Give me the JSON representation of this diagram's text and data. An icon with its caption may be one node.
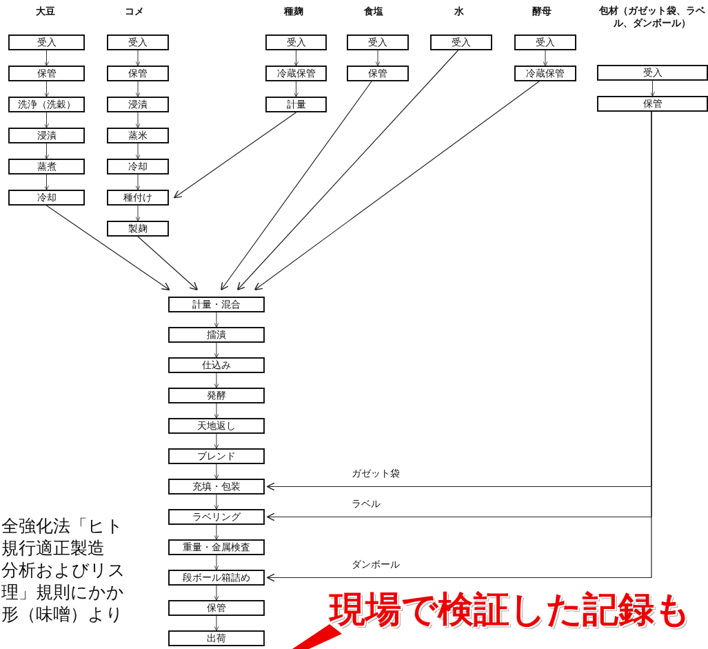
{
  "diagram": {
    "nodes": [
      {
        "text": [
          "受入"
        ]
      },
      {
        "text": [
          "保管"
        ]
      },
      {
        "text": [
          "洗浄（洗穀）"
        ]
      },
      {
        "text": [
          "浸漬"
        ]
      },
      {
        "text": [
          "蒸煮"
        ]
      },
      {
        "text": [
          "冷却"
        ]
      },
      {
        "text": [
          "受入"
        ]
      },
      {
        "text": [
          "保管"
        ]
      },
      {
        "text": [
          "浸漬"
        ]
      },
      {
        "text": [
          "蒸米"
        ]
      },
      {
        "text": [
          "冷却"
        ]
      },
      {
        "text": [
          "種付け"
        ]
      },
      {
        "text": [
          "製麹"
        ]
      },
      {
        "text": [
          "受入"
        ]
      },
      {
        "text": [
          "冷蔵保管"
        ]
      },
      {
        "text": [
          "計量"
        ]
      },
      {
        "text": [
          "受入"
        ]
      },
      {
        "text": [
          "保管"
        ]
      },
      {
        "text": [
          "受入"
        ]
      },
      {
        "text": [
          "受入"
        ]
      },
      {
        "text": [
          "冷蔵保管"
        ]
      },
      {
        "text": [
          "受入"
        ]
      },
      {
        "text": [
          "保管"
        ]
      },
      {
        "text": [
          "計量・混合"
        ]
      },
      {
        "text": [
          "擂潰"
        ]
      },
      {
        "text": [
          "仕込み"
        ]
      },
      {
        "text": [
          "発酵"
        ]
      },
      {
        "text": [
          "天地返し"
        ]
      },
      {
        "text": [
          "ブレンド"
        ]
      },
      {
        "text": [
          "充填・包装"
        ]
      },
      {
        "text": [
          "ラベリング"
        ]
      },
      {
        "text": [
          "重量・金属検査"
        ]
      },
      {
        "text": [
          "段ボール箱詰め"
        ]
      },
      {
        "text": [
          "保管"
        ]
      },
      {
        "text": [
          "出荷"
        ]
      }
    ],
    "edges": [
      {
        "from": 0,
        "to": 1,
        "arrow": "to"
      },
      {
        "from": 1,
        "to": 2,
        "arrow": "to"
      },
      {
        "from": 2,
        "to": 3,
        "arrow": "to"
      },
      {
        "from": 3,
        "to": 4,
        "arrow": "to"
      },
      {
        "from": 4,
        "to": 5,
        "arrow": "to"
      },
      {
        "from": 6,
        "to": 7,
        "arrow": "to"
      },
      {
        "from": 7,
        "to": 8,
        "arrow": "to"
      },
      {
        "from": 8,
        "to": 9,
        "arrow": "to"
      },
      {
        "from": 9,
        "to": 10,
        "arrow": "to"
      },
      {
        "from": 10,
        "to": 11,
        "arrow": "to"
      },
      {
        "from": 11,
        "to": 12,
        "arrow": "to"
      },
      {
        "from": 13,
        "to": 14,
        "arrow": "to"
      },
      {
        "from": 14,
        "to": 15,
        "arrow": "to"
      },
      {
        "from": 16,
        "to": 17,
        "arrow": "to"
      },
      {
        "from": 19,
        "to": 20,
        "arrow": "to"
      },
      {
        "from": 21,
        "to": 22,
        "arrow": "to"
      },
      {
        "from": 15,
        "to": 11,
        "arrow": "to"
      },
      {
        "from": 5,
        "to": 23,
        "arrow": "to"
      },
      {
        "from": 12,
        "to": 23,
        "arrow": "to"
      },
      {
        "from": 17,
        "to": 23,
        "arrow": "to"
      },
      {
        "from": 18,
        "to": 23,
        "arrow": "to"
      },
      {
        "from": 20,
        "to": 23,
        "arrow": "to"
      },
      {
        "from": 23,
        "to": 24,
        "arrow": "to"
      },
      {
        "from": 24,
        "to": 25,
        "arrow": "to"
      },
      {
        "from": 25,
        "to": 26,
        "arrow": "to"
      },
      {
        "from": 26,
        "to": 27,
        "arrow": "to"
      },
      {
        "from": 27,
        "to": 28,
        "arrow": "to"
      },
      {
        "from": 28,
        "to": 29,
        "arrow": "to"
      },
      {
        "from": 29,
        "to": 30,
        "arrow": "to"
      },
      {
        "from": 30,
        "to": 31,
        "arrow": "to"
      },
      {
        "from": 31,
        "to": 32,
        "arrow": "to"
      },
      {
        "from": 32,
        "to": 33,
        "arrow": "to"
      },
      {
        "from": 33,
        "to": 34,
        "arrow": "to"
      },
      {
        "from": 22,
        "to": 29,
        "arrow": "to",
        "label": "ガゼット袋"
      },
      {
        "from": 22,
        "to": 30,
        "arrow": "to",
        "label": "ラベル"
      },
      {
        "from": 22,
        "to": 32,
        "arrow": "to",
        "label": "ダンボール"
      }
    ],
    "labels": [
      "大豆",
      "コメ",
      "種麹",
      "食塩",
      "水",
      "酵母",
      "包材（ガゼット袋、ラベル、ダンボール）",
      "全強化法「ヒト",
      "規行適正製造",
      "分析およびリス",
      "理」規則にかか",
      "形（味噌）より",
      "現場で検証した記録も"
    ]
  }
}
